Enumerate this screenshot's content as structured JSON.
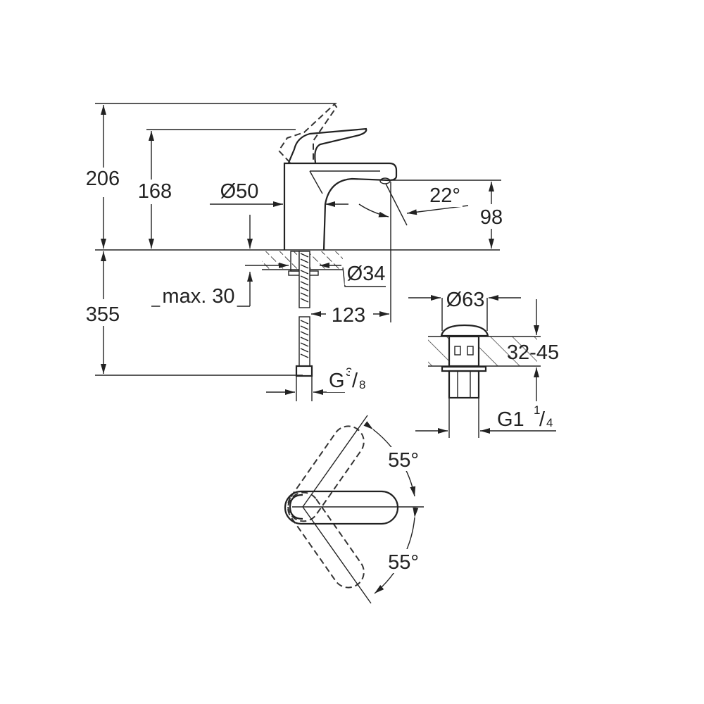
{
  "dimensions": {
    "total_height": "206",
    "spout_height": "168",
    "body_diameter": "Ø50",
    "spout_angle": "22°",
    "outlet_height": "98",
    "hole_diameter": "Ø34",
    "max_counter_thickness": "max. 30",
    "spout_reach": "123",
    "hose_length": "355",
    "hose_thread": {
      "main": "G",
      "num": "3",
      "sep": "/",
      "den": "8"
    },
    "waste_diameter": "Ø63",
    "waste_thickness": "32-45",
    "waste_thread": {
      "main": "G1",
      "num": "1",
      "sep": "/",
      "den": "4"
    },
    "lever_angle_top": "55°",
    "lever_angle_bottom": "55°"
  }
}
